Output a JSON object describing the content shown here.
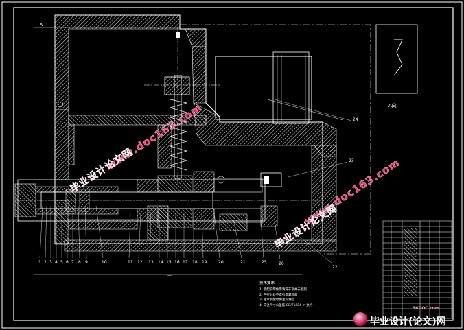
{
  "drawing": {
    "section_marker": "A",
    "view_label": "A向",
    "center_mark": "—",
    "part_numbers": [
      "1",
      "2",
      "3",
      "4",
      "5",
      "6",
      "7",
      "8",
      "9",
      "10",
      "11",
      "12",
      "13",
      "14",
      "15",
      "16",
      "17",
      "18",
      "19",
      "20",
      "21",
      "22",
      "23",
      "24",
      "25",
      "26"
    ],
    "tech_notes": {
      "title": "技术要求",
      "lines": [
        "1. 装配前零件需清洗干净并去毛刺",
        "2. 各密封处不得有渗漏现象",
        "3. 轴承装配时加注润滑脂",
        "4. 未注尺寸公差按 GB/T1804-m 执行"
      ]
    }
  },
  "watermarks": {
    "url": "www.doc163.com",
    "cn": "毕业设计论文网"
  },
  "logo": {
    "site": "36DOC.com",
    "name": "毕业设计(论文)网"
  }
}
